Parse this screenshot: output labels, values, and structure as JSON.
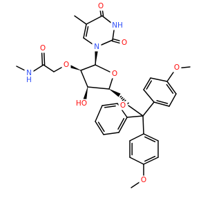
{
  "colors": {
    "bond": "#000000",
    "O": "#ff0d0d",
    "N": "#3050f8",
    "background": "#ffffff"
  },
  "molecule": {
    "atom_labels": [
      {
        "id": "O_C4",
        "text": "O",
        "element": "O"
      },
      {
        "id": "NH3",
        "text": "NH",
        "element": "N"
      },
      {
        "id": "O_C2",
        "text": "O",
        "element": "O"
      },
      {
        "id": "N1",
        "text": "N",
        "element": "N"
      },
      {
        "id": "O_amide",
        "text": "O",
        "element": "O"
      },
      {
        "id": "NH_amide",
        "text": "N",
        "element": "N",
        "suffix": "H",
        "suffix_position": "below"
      },
      {
        "id": "O_ether2",
        "text": "O",
        "element": "O"
      },
      {
        "id": "O_ring",
        "text": "O",
        "element": "O"
      },
      {
        "id": "OH3",
        "text": "HO",
        "element": "O"
      },
      {
        "id": "O_ether5",
        "text": "O",
        "element": "O"
      },
      {
        "id": "O_meo_top",
        "text": "O",
        "element": "O"
      },
      {
        "id": "O_meo_bottom",
        "text": "O",
        "element": "O"
      }
    ]
  }
}
